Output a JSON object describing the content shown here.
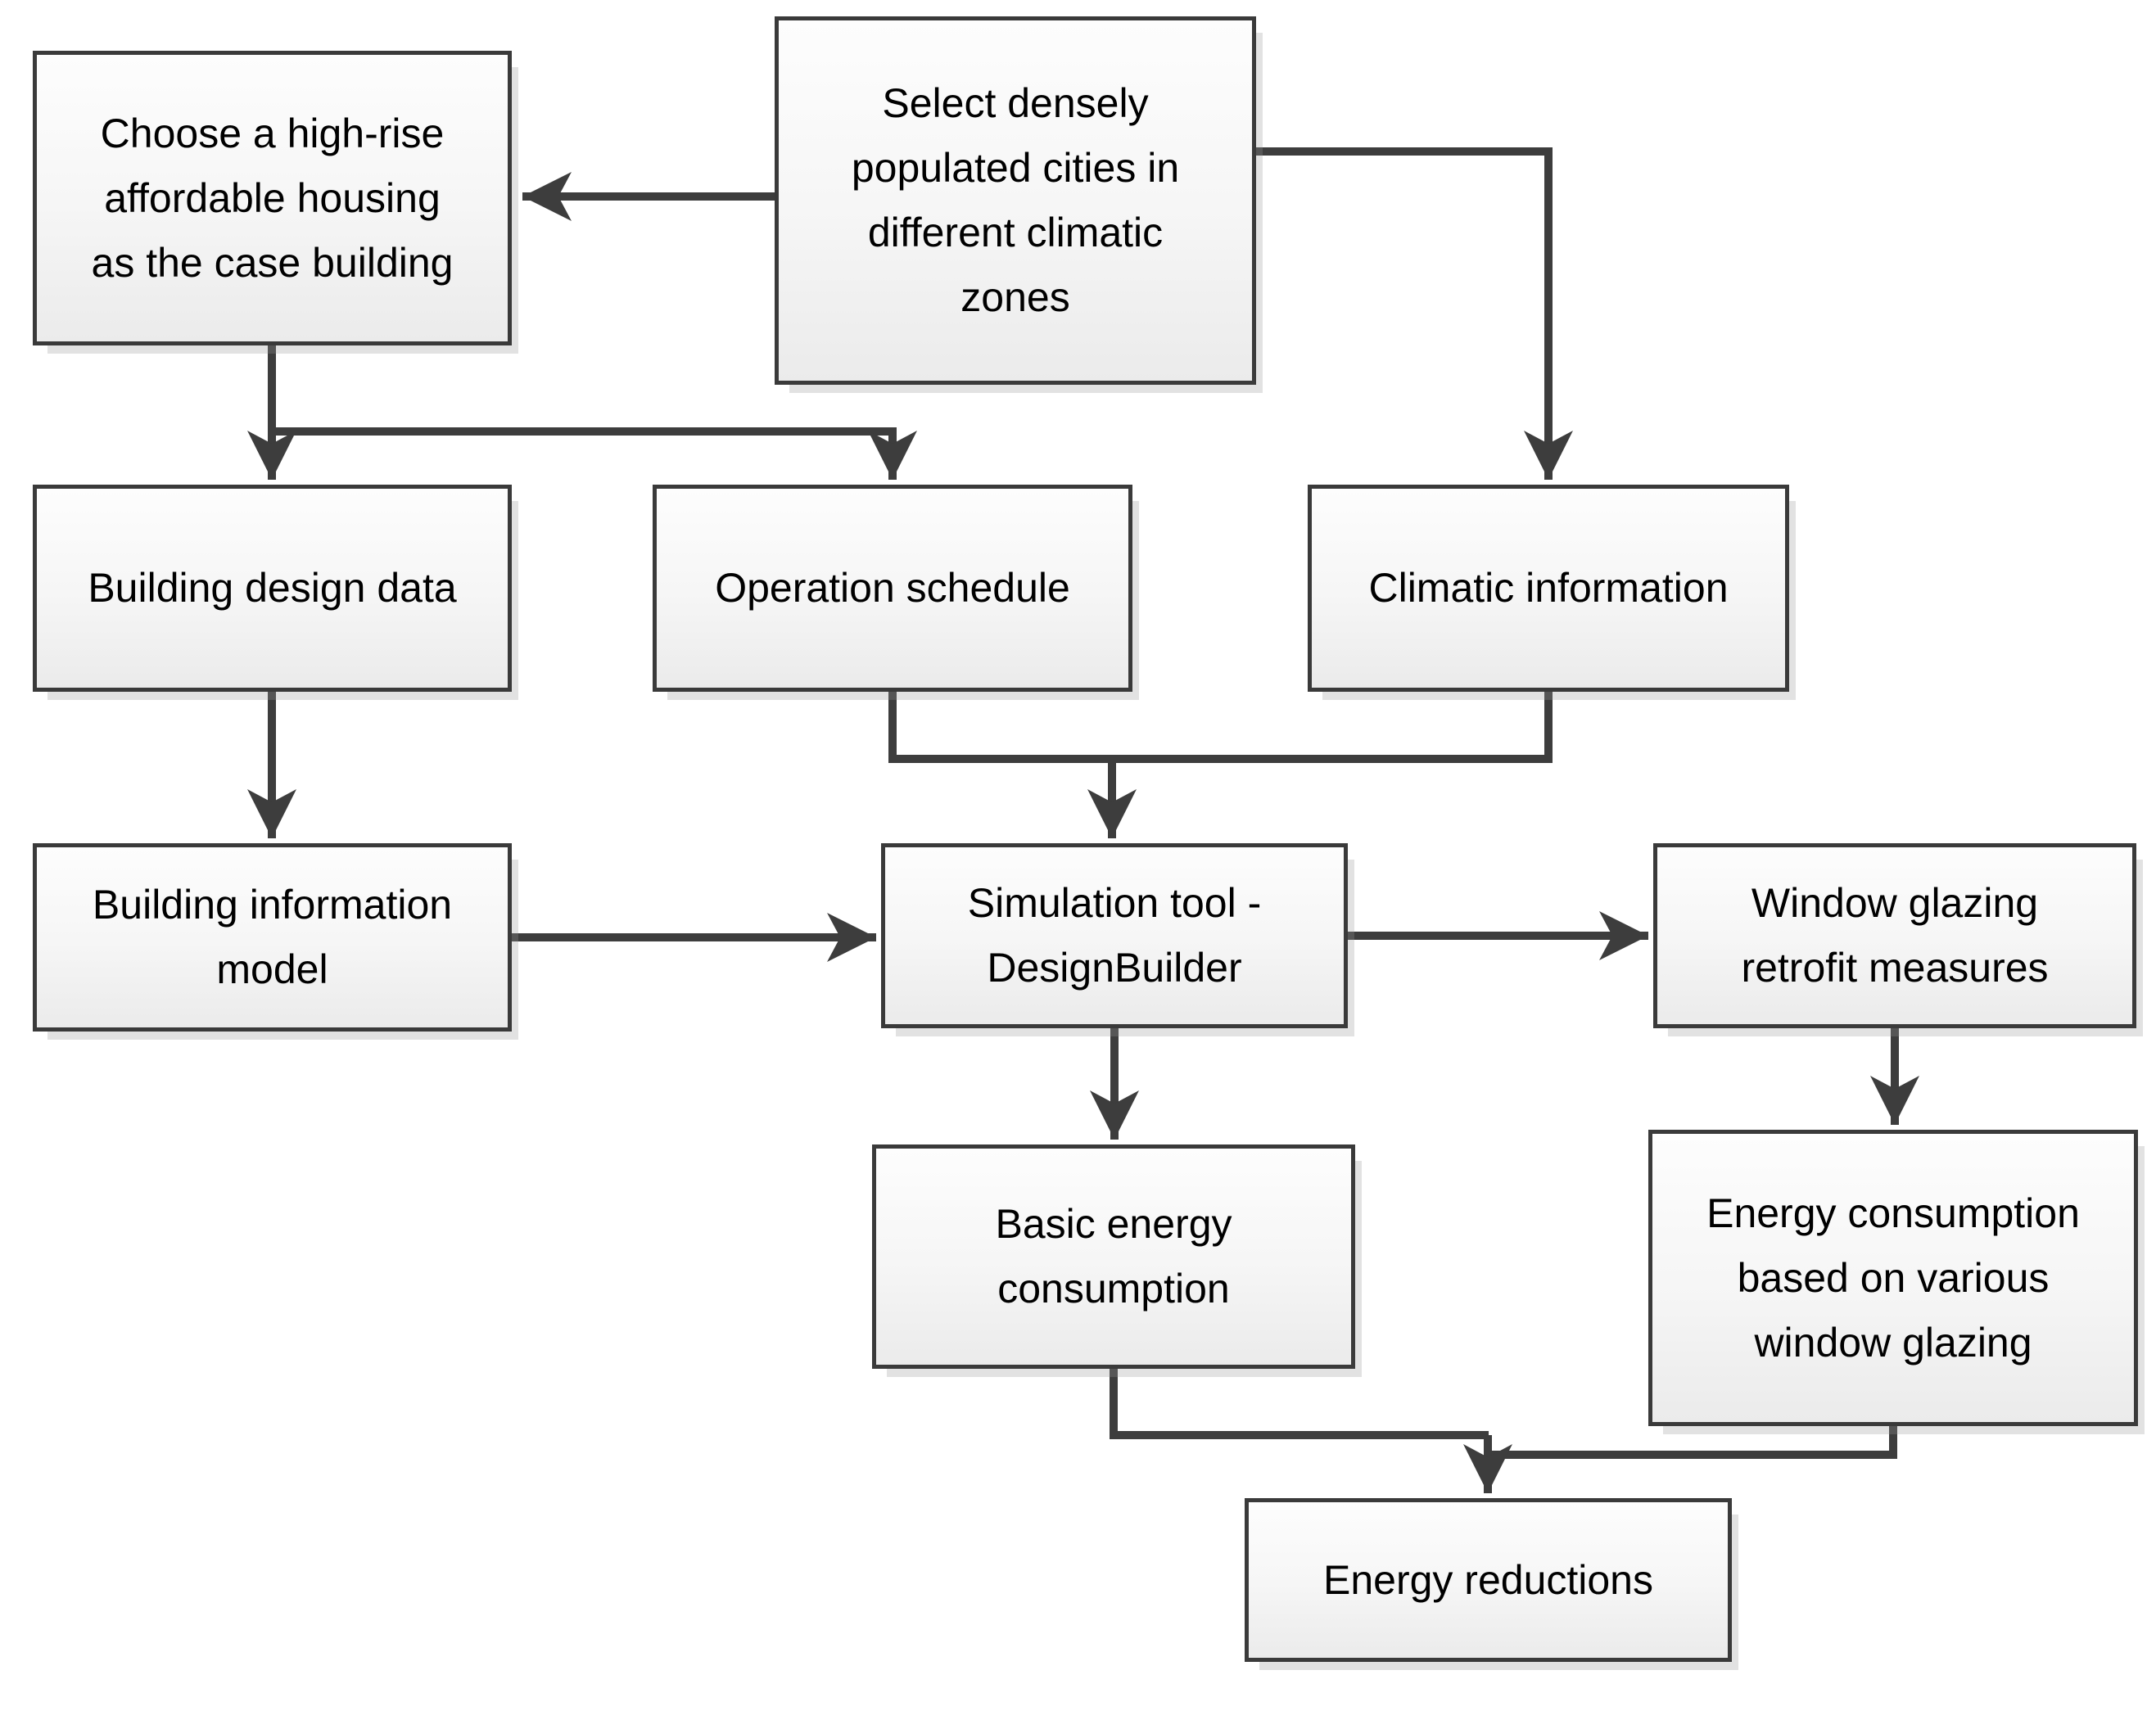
{
  "diagram": {
    "type": "flowchart",
    "background": "#ffffff",
    "nodes": {
      "select_cities": {
        "label": "Select densely\npopulated cities in\ndifferent climatic\nzones"
      },
      "choose_housing": {
        "label": "Choose a high-rise\naffordable housing\nas the case building"
      },
      "building_design_data": {
        "label": "Building design data"
      },
      "operation_schedule": {
        "label": "Operation schedule"
      },
      "climatic_information": {
        "label": "Climatic information"
      },
      "building_information_model": {
        "label": "Building information\nmodel"
      },
      "simulation_tool": {
        "label": "Simulation tool -\nDesignBuilder"
      },
      "window_glazing_retrofit": {
        "label": "Window glazing\nretrofit measures"
      },
      "basic_energy_consumption": {
        "label": "Basic energy\nconsumption"
      },
      "energy_consumption_glazing": {
        "label": "Energy consumption\nbased on various\nwindow glazing"
      },
      "energy_reductions": {
        "label": "Energy reductions"
      }
    },
    "edges": [
      {
        "from": "select_cities",
        "to": "choose_housing"
      },
      {
        "from": "select_cities",
        "to": "climatic_information"
      },
      {
        "from": "choose_housing",
        "to": "building_design_data"
      },
      {
        "from": "choose_housing",
        "to": "operation_schedule"
      },
      {
        "from": "building_design_data",
        "to": "building_information_model"
      },
      {
        "from": "operation_schedule",
        "to": "simulation_tool"
      },
      {
        "from": "climatic_information",
        "to": "simulation_tool"
      },
      {
        "from": "building_information_model",
        "to": "simulation_tool"
      },
      {
        "from": "simulation_tool",
        "to": "window_glazing_retrofit"
      },
      {
        "from": "simulation_tool",
        "to": "basic_energy_consumption"
      },
      {
        "from": "window_glazing_retrofit",
        "to": "energy_consumption_glazing"
      },
      {
        "from": "basic_energy_consumption",
        "to": "energy_reductions"
      },
      {
        "from": "energy_consumption_glazing",
        "to": "energy_reductions"
      }
    ],
    "colors": {
      "box_border": "#3a3a3a",
      "box_fill_top": "#fdfdfd",
      "box_fill_bottom": "#ebebeb",
      "arrow": "#3d3d3d",
      "text": "#000000",
      "background": "#ffffff"
    }
  }
}
